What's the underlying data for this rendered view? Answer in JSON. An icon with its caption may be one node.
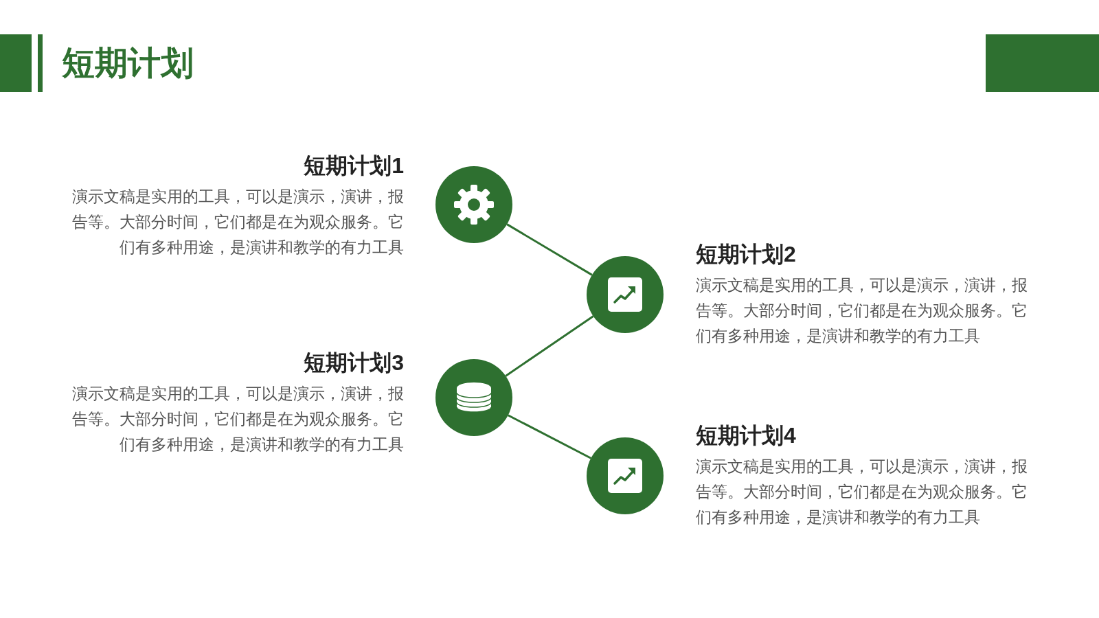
{
  "diagram": {
    "title": "短期计划",
    "nodes": [
      {
        "text": [],
        "shape": "circle",
        "beside": [
          "短期计划1",
          "演示文稿是实用的工具，可以是演示，演讲，报告等。大部分时间，它们都是在为观众服务。它们有多种用途，是演讲和教学的有力工具"
        ]
      },
      {
        "text": [],
        "shape": "circle",
        "beside": [
          "短期计划2",
          "演示文稿是实用的工具，可以是演示，演讲，报告等。大部分时间，它们都是在为观众服务。它们有多种用途，是演讲和教学的有力工具"
        ]
      },
      {
        "text": [],
        "shape": "circle",
        "beside": [
          "短期计划3",
          "演示文稿是实用的工具，可以是演示，演讲，报告等。大部分时间，它们都是在为观众服务。它们有多种用途，是演讲和教学的有力工具"
        ]
      },
      {
        "text": [],
        "shape": "circle",
        "beside": [
          "短期计划4",
          "演示文稿是实用的工具，可以是演示，演讲，报告等。大部分时间，它们都是在为观众服务。它们有多种用途，是演讲和教学的有力工具"
        ]
      }
    ],
    "edges": [
      {
        "from": 0,
        "to": 1,
        "arrow": "none"
      },
      {
        "from": 1,
        "to": 2,
        "arrow": "none"
      },
      {
        "from": 2,
        "to": 3,
        "arrow": "none"
      }
    ]
  }
}
